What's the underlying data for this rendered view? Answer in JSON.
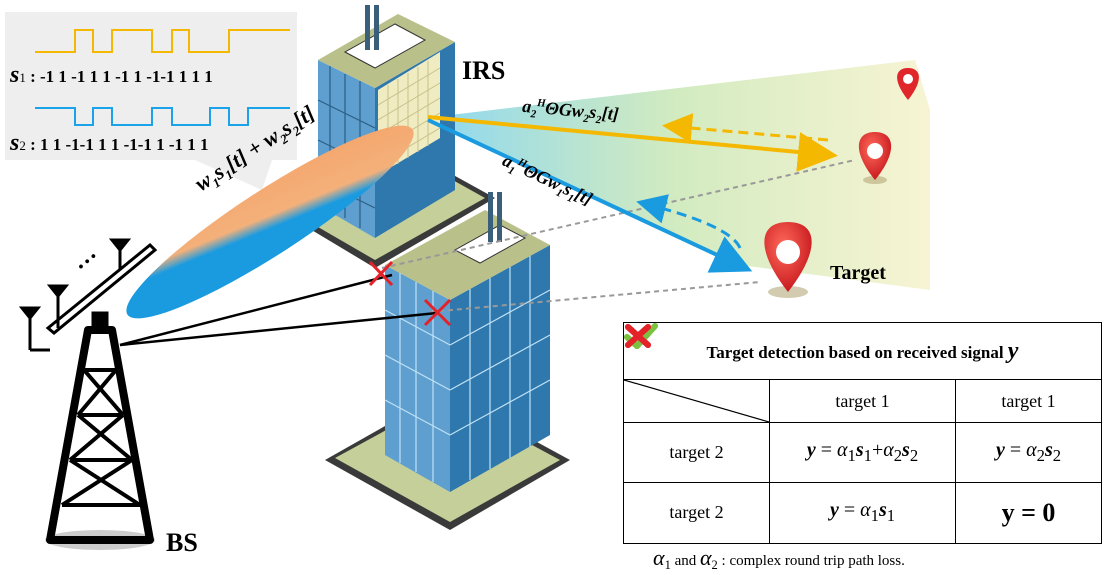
{
  "labels": {
    "irs": "IRS",
    "bs": "BS",
    "target": "Target",
    "s1_seq": ": -1 1 -1 1 1 -1 1 -1-1  1 1 1",
    "s2_seq": ": 1 1 -1-1 1 1 -1-1 1 -1 1 1",
    "ellipsis": "…"
  },
  "colors": {
    "s1_wave": "#f5b800",
    "s2_wave": "#1aa3e8",
    "beam_orange": "#f4a46a",
    "beam_blue": "#1a9be0",
    "arrow_orange": "#f5b800",
    "arrow_blue": "#1a9be0",
    "pin_red": "#e0262b",
    "building_blue": "#4a8fc0",
    "check_green": "#7cc242",
    "cross_red": "#e32329"
  },
  "table": {
    "title": "Target detection based on received signal",
    "title_var": "y",
    "col1": "target 1",
    "col2": "target 1",
    "row1": "target 2",
    "row2": "target 2",
    "zero": "y = 0"
  },
  "caption": "complex round trip path loss."
}
